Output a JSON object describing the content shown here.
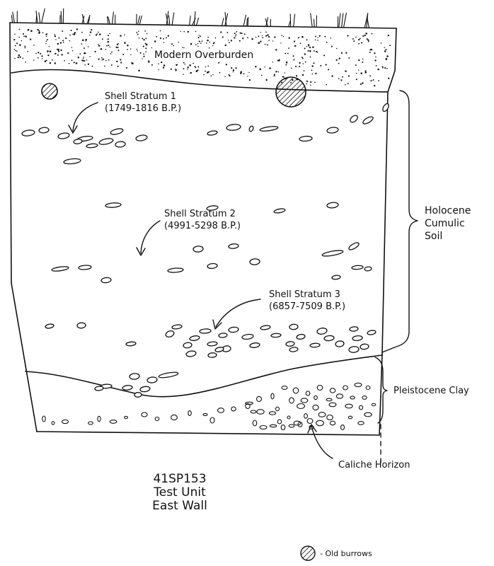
{
  "labels": {
    "overburden": "Modern Overburden",
    "stratum1_name": "Shell Stratum 1",
    "stratum1_date": "(1749-1816 B.P.)",
    "stratum2_name": "Shell Stratum 2",
    "stratum2_date": "(4991-5298 B.P.)",
    "stratum3_name": "Shell Stratum 3",
    "stratum3_date": "(6857-7509 B.P.)",
    "holocene_1": "Holocene",
    "holocene_2": "Cumulic",
    "holocene_3": "Soil",
    "pleistocene": "Pleistocene Clay",
    "caliche": "Caliche Horizon"
  },
  "title": {
    "site": "41SP153",
    "unit": "Test Unit",
    "wall": "East Wall"
  },
  "legend": {
    "burrow_label": "- Old burrows"
  }
}
